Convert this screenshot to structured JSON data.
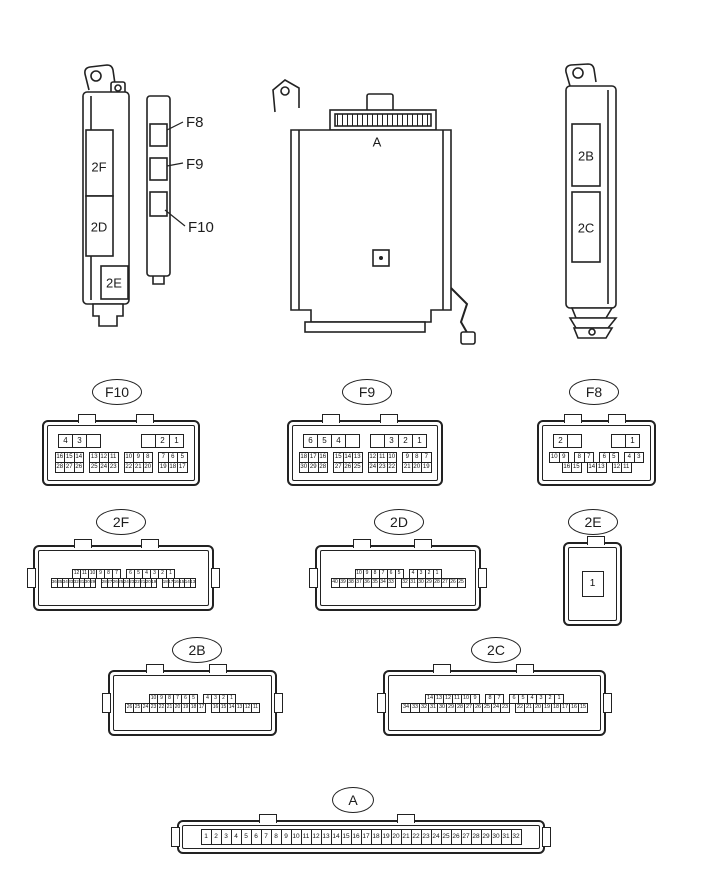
{
  "device_views": {
    "left": {
      "box_2f": "2F",
      "box_2d": "2D",
      "box_2e": "2E",
      "callout_f8": "F8",
      "callout_f9": "F9",
      "callout_f10": "F10"
    },
    "center": {
      "connector_a": "A"
    },
    "right": {
      "box_2b": "2B",
      "box_2c": "2C"
    }
  },
  "connectors": {
    "F10": {
      "label": "F10",
      "top": [
        [
          "4",
          "3",
          ""
        ],
        [
          "",
          "2",
          "1"
        ]
      ],
      "rows": [
        [
          [
            "16",
            "15",
            "14"
          ],
          [
            "13",
            "12",
            "11"
          ],
          [
            "10",
            "9",
            "8"
          ],
          [
            "7",
            "6",
            "5"
          ]
        ],
        [
          [
            "28",
            "27",
            "26"
          ],
          [
            "25",
            "24",
            "23"
          ],
          [
            "22",
            "21",
            "20"
          ],
          [
            "19",
            "18",
            "17"
          ]
        ]
      ]
    },
    "F9": {
      "label": "F9",
      "top": [
        [
          "6",
          "5",
          "4",
          ""
        ],
        [
          "",
          "3",
          "2",
          "1"
        ]
      ],
      "rows": [
        [
          [
            "18",
            "17",
            "16"
          ],
          [
            "15",
            "14",
            "13"
          ],
          [
            "12",
            "11",
            "10"
          ],
          [
            "9",
            "8",
            "7"
          ]
        ],
        [
          [
            "30",
            "29",
            "28"
          ],
          [
            "27",
            "26",
            "25"
          ],
          [
            "24",
            "23",
            "22"
          ],
          [
            "21",
            "20",
            "19"
          ]
        ]
      ]
    },
    "F8": {
      "label": "F8",
      "top": [
        [
          "2",
          ""
        ],
        [
          "",
          "1"
        ]
      ],
      "rows": [
        [
          [
            "10",
            "9"
          ],
          [
            "8",
            "7"
          ],
          [
            "6",
            "5"
          ],
          [
            "4",
            "3"
          ]
        ],
        [
          [
            "16",
            "15"
          ],
          [
            "14",
            "13"
          ],
          [
            "12",
            "11"
          ]
        ]
      ]
    },
    "2F": {
      "label": "2F",
      "rows": [
        [
          [
            "12",
            "11",
            "10",
            "9",
            "8",
            "7"
          ],
          [
            "6",
            "5",
            "4",
            "3",
            "2",
            "1"
          ]
        ],
        [
          [
            "36",
            "35",
            "34",
            "33",
            "32",
            "31",
            "30",
            "29"
          ],
          [
            "28",
            "27",
            "26",
            "25",
            "24",
            "23",
            "22",
            "21",
            "20",
            "19"
          ],
          [
            "18",
            "17",
            "16",
            "15",
            "14",
            "13"
          ]
        ]
      ]
    },
    "2D": {
      "label": "2D",
      "rows": [
        [
          [
            "10",
            "9",
            "8",
            "7",
            "6",
            "5"
          ],
          [
            "4",
            "3",
            "2",
            "1"
          ]
        ],
        [
          [
            "40",
            "39",
            "38",
            "37",
            "36",
            "35",
            "34",
            "33"
          ],
          [
            "32",
            "31",
            "30",
            "29",
            "28",
            "27",
            "26",
            "25"
          ]
        ]
      ]
    },
    "2E": {
      "label": "2E",
      "rows": [
        [
          [
            "1"
          ]
        ]
      ]
    },
    "2B": {
      "label": "2B",
      "rows": [
        [
          [
            "10",
            "9",
            "8",
            "7",
            "6",
            "5"
          ],
          [
            "4",
            "3",
            "2",
            "1"
          ]
        ],
        [
          [
            "26",
            "25",
            "24",
            "23",
            "22",
            "21",
            "20",
            "19",
            "18",
            "17"
          ],
          [
            "16",
            "15",
            "14",
            "13",
            "12",
            "11"
          ]
        ]
      ]
    },
    "2C": {
      "label": "2C",
      "rows": [
        [
          [
            "14",
            "13",
            "12",
            "11",
            "10",
            "9"
          ],
          [
            "8",
            "7"
          ],
          [
            "6",
            "5",
            "4",
            "3",
            "2",
            "1"
          ]
        ],
        [
          [
            "34",
            "33",
            "32",
            "31",
            "30",
            "29",
            "28",
            "27",
            "26",
            "25",
            "24",
            "23"
          ],
          [
            "22",
            "21",
            "20",
            "19",
            "18",
            "17",
            "16",
            "15"
          ]
        ]
      ]
    },
    "A": {
      "label": "A",
      "rows": [
        [
          [
            "1",
            "2",
            "3",
            "4",
            "5",
            "6",
            "7",
            "8",
            "9",
            "10",
            "11",
            "12",
            "13",
            "14",
            "15",
            "16",
            "17",
            "18",
            "19",
            "20",
            "21",
            "22",
            "23",
            "24",
            "25",
            "26",
            "27",
            "28",
            "29",
            "30",
            "31",
            "32"
          ]
        ]
      ]
    }
  },
  "colors": {
    "line": "#222222",
    "background": "#ffffff"
  }
}
